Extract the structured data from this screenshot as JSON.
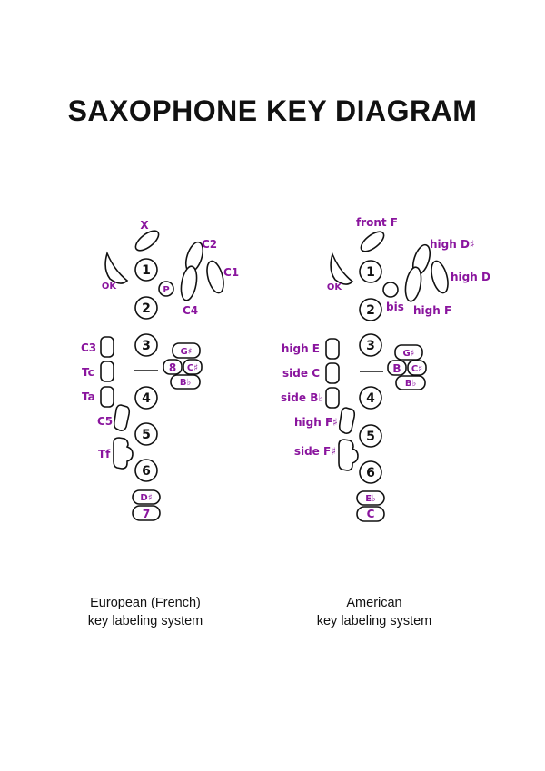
{
  "title": "SAXOPHONE KEY DIAGRAM",
  "colors": {
    "label": "#8a159e",
    "outline": "#111111",
    "background": "#ffffff"
  },
  "european": {
    "caption_line1": "European (French)",
    "caption_line2": "key labeling system",
    "labels": {
      "x": "X",
      "ok": "OK",
      "c2": "C2",
      "c1": "C1",
      "c4": "C4",
      "p": "P",
      "c3": "C3",
      "tc": "Tc",
      "ta": "Ta",
      "c5": "C5",
      "tf": "Tf",
      "g_sharp": "G♯",
      "eight": "8",
      "c_sharp": "C♯",
      "b_flat": "B♭",
      "d_sharp": "D♯",
      "seven": "7",
      "n1": "1",
      "n2": "2",
      "n3": "3",
      "n4": "4",
      "n5": "5",
      "n6": "6"
    }
  },
  "american": {
    "caption_line1": "American",
    "caption_line2": "key labeling system",
    "labels": {
      "front_f": "front F",
      "ok": "OK",
      "high_d_sharp": "high D♯",
      "high_d": "high D",
      "bis": "bis",
      "high_f": "high F",
      "high_e": "high E",
      "side_c": "side C",
      "side_b_flat": "side B♭",
      "high_f_sharp": "high F♯",
      "side_f_sharp": "side F♯",
      "g_sharp": "G♯",
      "b": "B",
      "c_sharp": "C♯",
      "b_flat": "B♭",
      "e_flat": "E♭",
      "c": "C",
      "n1": "1",
      "n2": "2",
      "n3": "3",
      "n4": "4",
      "n5": "5",
      "n6": "6"
    }
  }
}
